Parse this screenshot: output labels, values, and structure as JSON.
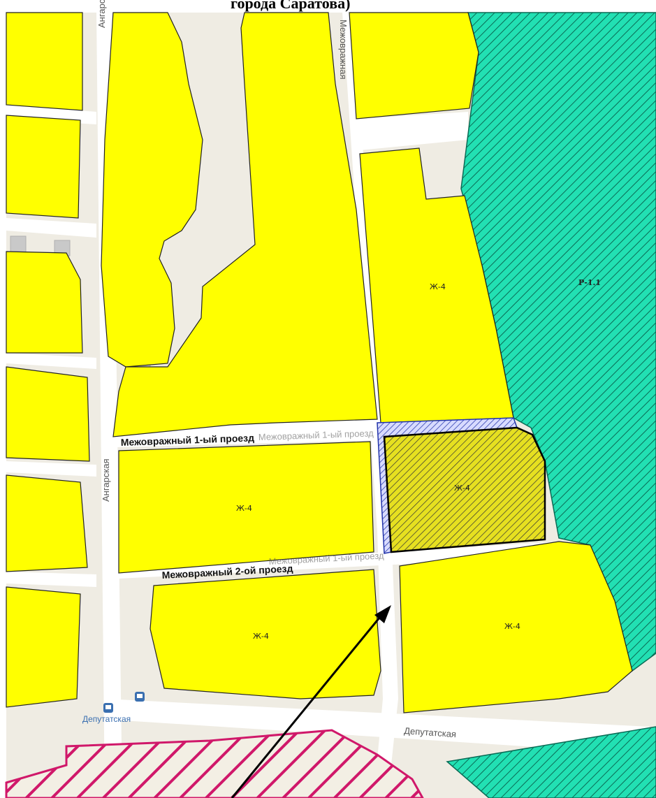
{
  "title": "города Саратова)",
  "zones": {
    "recreation": "Р-1.1",
    "residential_1": "Ж-4",
    "residential_2": "Ж-4",
    "residential_3": "Ж-4",
    "residential_4": "Ж-4",
    "residential_5": "Ж-4"
  },
  "streets": {
    "angarskaya_top": "Ангарская",
    "angarskaya_mid": "Ангарская",
    "mezhovrazhnaya": "Межовражная",
    "proezd_1": "Межовражный 1-ый проезд",
    "proezd_1_faded": "Межовражный 1-ый проезд",
    "proezd_2": "Межовражный 2-ой проезд",
    "proezd_2_faded": "Межовражный 1-ый проезд",
    "deputatskaya_right": "Депутатская"
  },
  "stops": {
    "deputatskaya": "Депутатская"
  },
  "colors": {
    "residential": "#ffff00",
    "recreation": "#20e0b0",
    "background": "#efece3",
    "roads": "#ffffff",
    "highlight_blue": "#2233aa",
    "pink_hatch": "#d0186a",
    "arrow": "#000000"
  }
}
